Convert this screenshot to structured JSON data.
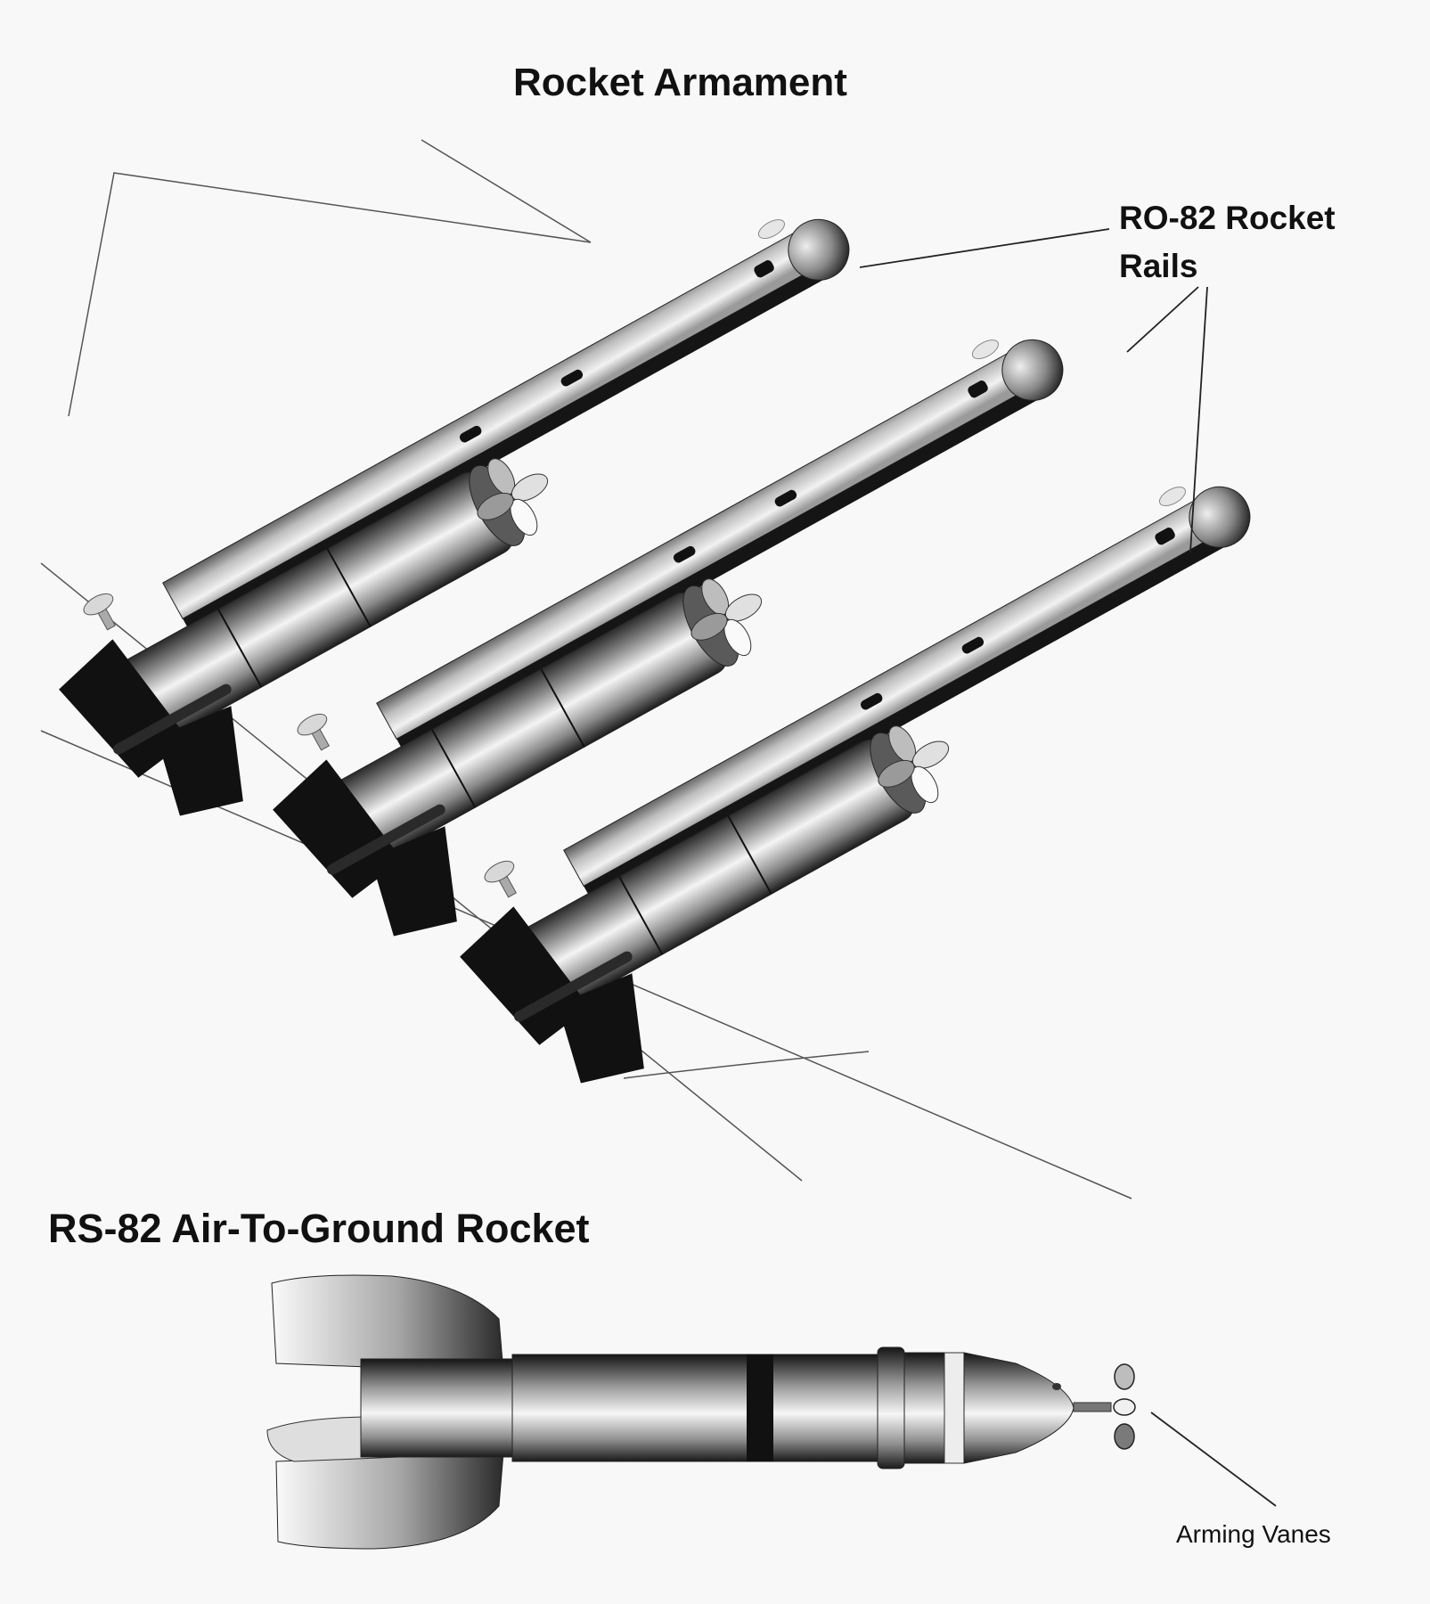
{
  "titles": {
    "armament": "Rocket Armament",
    "rocket": "RS-82 Air-To-Ground Rocket"
  },
  "labels": {
    "rails_line1": "RO-82 Rocket",
    "rails_line2": "Rails",
    "arming_vanes": "Arming Vanes"
  },
  "colors": {
    "background": "#f8f8f8",
    "ink": "#111111",
    "metal_dark": "#1a1a1a",
    "metal_light": "#efefef"
  }
}
